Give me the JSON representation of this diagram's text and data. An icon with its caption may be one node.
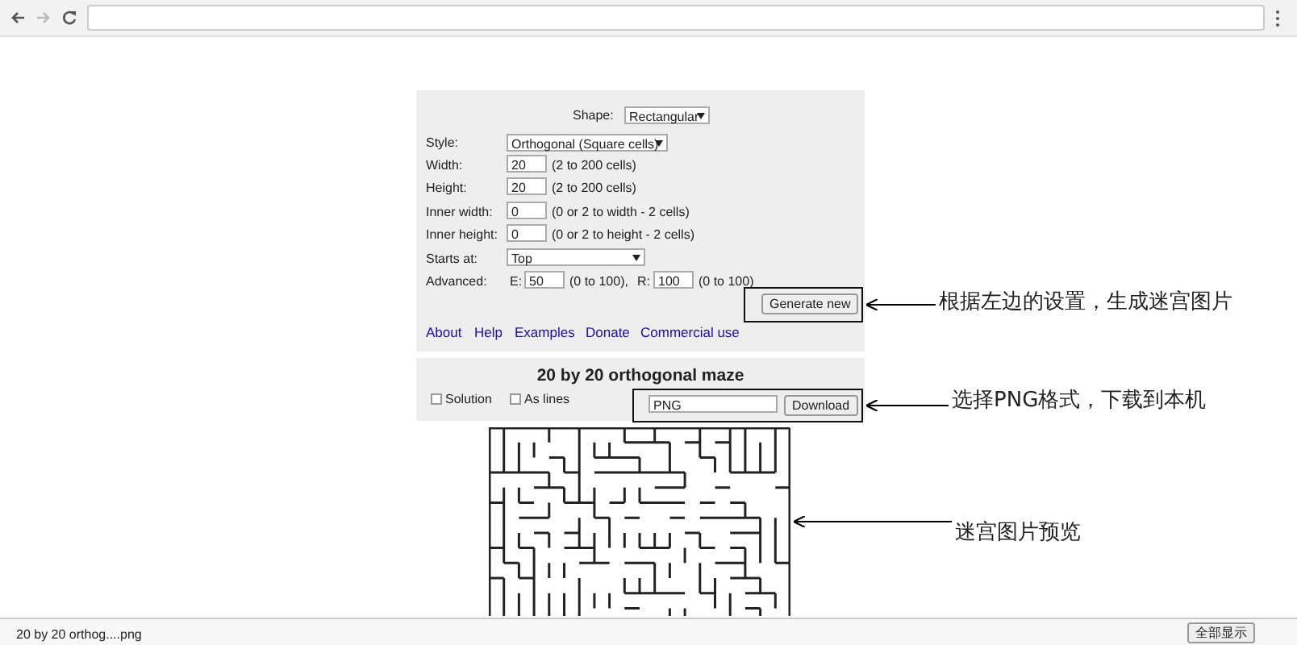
{
  "diagram": {
    "nodes": [
      {
        "text": [
          "根据左边的设置，生成迷宫图片"
        ]
      },
      {
        "text": [
          "Generate new"
        ]
      },
      {
        "text": [
          "选择PNG格式，下载到本机"
        ]
      },
      {
        "text": [
          "PNG",
          "Download"
        ]
      },
      {
        "text": [
          "迷宫图片预览"
        ]
      },
      {
        "text": [],
        "shape": "picture"
      }
    ],
    "edges": [
      {
        "from": 0,
        "to": 1,
        "arrow": "to"
      },
      {
        "from": 2,
        "to": 3,
        "arrow": "to"
      },
      {
        "from": 4,
        "to": 5,
        "arrow": "to"
      }
    ],
    "labels": [
      "Shape:",
      "Rectangular",
      "Style:",
      "Orthogonal (Square cells)",
      "Width:",
      "20",
      "(2 to 200 cells)",
      "Height:",
      "20",
      "(2 to 200 cells)",
      "Inner width:",
      "0",
      "(0 or 2 to width - 2 cells)",
      "Inner height:",
      "0",
      "(0 or 2 to height - 2 cells)",
      "Starts at:",
      "Top",
      "Advanced:",
      "E:",
      "50",
      "(0 to 100),",
      "R:",
      "100",
      "(0 to 100)",
      "About",
      "Help",
      "Examples",
      "Donate",
      "Commercial use",
      "20 by 20 orthogonal maze",
      "Solution",
      "As lines",
      "20 by 20 orthog....png",
      "全部显示"
    ]
  }
}
